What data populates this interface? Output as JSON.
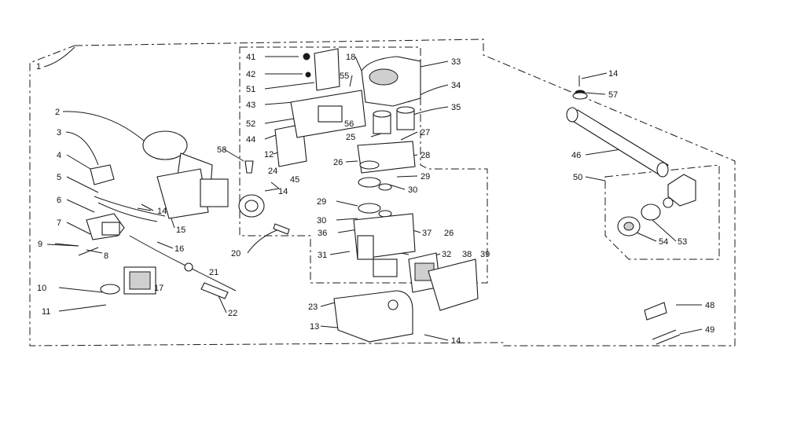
{
  "callouts": [
    {
      "id": "c1",
      "text": "1"
    },
    {
      "id": "c2",
      "text": "2"
    },
    {
      "id": "c3",
      "text": "3"
    },
    {
      "id": "c4",
      "text": "4"
    },
    {
      "id": "c5",
      "text": "5"
    },
    {
      "id": "c6",
      "text": "6"
    },
    {
      "id": "c7",
      "text": "7"
    },
    {
      "id": "c9",
      "text": "9"
    },
    {
      "id": "c8",
      "text": "8"
    },
    {
      "id": "c10",
      "text": "10"
    },
    {
      "id": "c11",
      "text": "11"
    },
    {
      "id": "c14a",
      "text": "14"
    },
    {
      "id": "c15",
      "text": "15"
    },
    {
      "id": "c16",
      "text": "16"
    },
    {
      "id": "c17",
      "text": "17"
    },
    {
      "id": "c21",
      "text": "21"
    },
    {
      "id": "c22",
      "text": "22"
    },
    {
      "id": "c20",
      "text": "20"
    },
    {
      "id": "c58a",
      "text": "58"
    },
    {
      "id": "c12",
      "text": "12"
    },
    {
      "id": "c14b",
      "text": "14"
    },
    {
      "id": "c24",
      "text": "24"
    },
    {
      "id": "c45",
      "text": "45"
    },
    {
      "id": "c41",
      "text": "41"
    },
    {
      "id": "c42",
      "text": "42"
    },
    {
      "id": "c51",
      "text": "51"
    },
    {
      "id": "c43",
      "text": "43"
    },
    {
      "id": "c52",
      "text": "52"
    },
    {
      "id": "c44",
      "text": "44"
    },
    {
      "id": "c18",
      "text": "18"
    },
    {
      "id": "c55",
      "text": "55"
    },
    {
      "id": "c56",
      "text": "56"
    },
    {
      "id": "c33",
      "text": "33"
    },
    {
      "id": "c34",
      "text": "34"
    },
    {
      "id": "c35",
      "text": "35"
    },
    {
      "id": "c25",
      "text": "25"
    },
    {
      "id": "c27",
      "text": "27"
    },
    {
      "id": "c26a",
      "text": "26"
    },
    {
      "id": "c28",
      "text": "28"
    },
    {
      "id": "c29a",
      "text": "29"
    },
    {
      "id": "c30a",
      "text": "30"
    },
    {
      "id": "c29b",
      "text": "29"
    },
    {
      "id": "c30b",
      "text": "30"
    },
    {
      "id": "c36",
      "text": "36"
    },
    {
      "id": "c37",
      "text": "37"
    },
    {
      "id": "c26b",
      "text": "26"
    },
    {
      "id": "c31",
      "text": "31"
    },
    {
      "id": "c32",
      "text": "32"
    },
    {
      "id": "c38",
      "text": "38"
    },
    {
      "id": "c39",
      "text": "39"
    },
    {
      "id": "c23",
      "text": "23"
    },
    {
      "id": "c13",
      "text": "13"
    },
    {
      "id": "c14c",
      "text": "14"
    },
    {
      "id": "c14d",
      "text": "14"
    },
    {
      "id": "c57",
      "text": "57"
    },
    {
      "id": "c46",
      "text": "46"
    },
    {
      "id": "c50",
      "text": "50"
    },
    {
      "id": "c54",
      "text": "54"
    },
    {
      "id": "c53",
      "text": "53"
    },
    {
      "id": "c48",
      "text": "48"
    },
    {
      "id": "c49",
      "text": "49"
    }
  ]
}
